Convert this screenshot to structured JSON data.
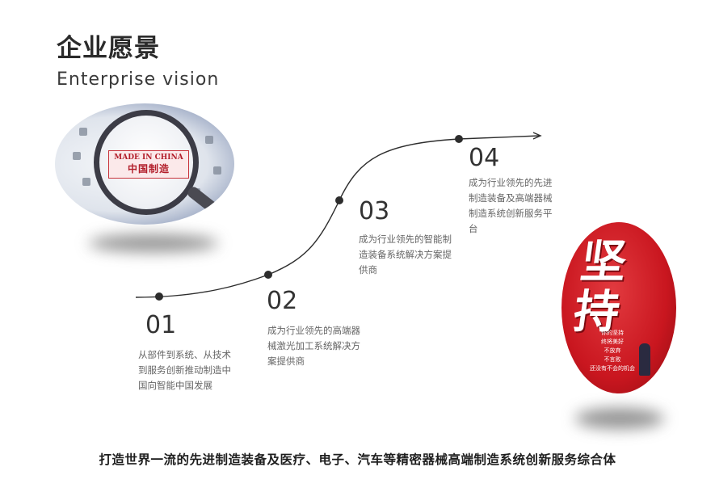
{
  "title_cn": "企业愿景",
  "title_en": "Enterprise vision",
  "left_image": {
    "tag_en": "MADE IN CHINA",
    "tag_cn": "中国制造"
  },
  "right_image": {
    "headline": "坚持",
    "poem": [
      "你的坚持",
      "终将美好",
      "不放弃",
      "不言败",
      "还没有不会的机会"
    ]
  },
  "steps": [
    {
      "num": "01",
      "text": "从部件到系统、从技术到服务创新推动制造中国向智能中国发展"
    },
    {
      "num": "02",
      "text": "成为行业领先的高端器械激光加工系统解决方案提供商"
    },
    {
      "num": "03",
      "text": "成为行业领先的智能制造装备系统解决方案提供商"
    },
    {
      "num": "04",
      "text": "成为行业领先的先进制造装备及高端器械制造系统创新服务平台"
    }
  ],
  "slogan": "打造世界一流的先进制造装备及医疗、电子、汽车等精密器械高端制造系统创新服务综合体",
  "colors": {
    "accent": "#c9161f",
    "curve": "#2d2d2d"
  }
}
